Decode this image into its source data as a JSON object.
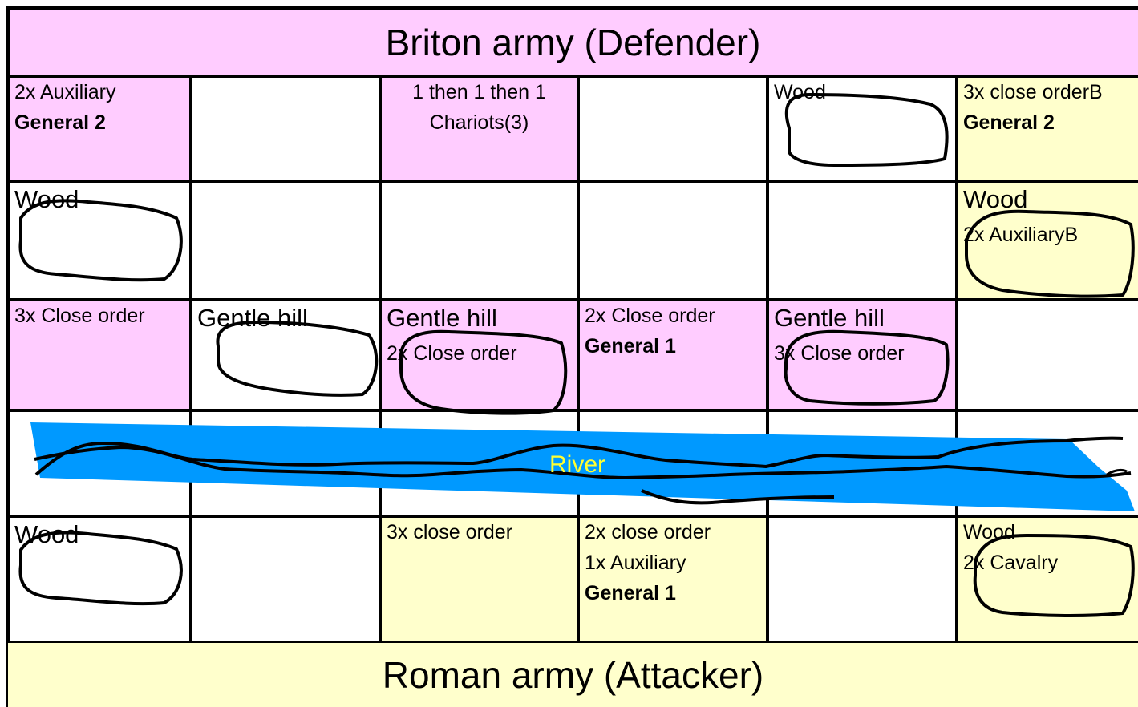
{
  "briton": {
    "title": "Briton army  (Defender)"
  },
  "roman": {
    "title": "Roman  army (Attacker)"
  },
  "river": {
    "label": "River"
  },
  "colors": {
    "briton_fill": "#ffccff",
    "roman_fill": "#ffffcc",
    "river_fill": "#0099ff",
    "river_label": "#ffff33",
    "grid_line": "#000000"
  },
  "terrain_icon": "wood-outline-icon",
  "rows": [
    [
      {
        "fill": "briton",
        "lines": [
          {
            "text": "2x Auxiliary"
          },
          {
            "text": "General 2",
            "bold": true
          }
        ]
      },
      {
        "fill": "none",
        "lines": []
      },
      {
        "fill": "briton",
        "center": true,
        "lines": [
          {
            "text": "1 then 1 then 1"
          },
          {
            "text": "Chariots(3)"
          }
        ]
      },
      {
        "fill": "none",
        "lines": []
      },
      {
        "fill": "none",
        "lines": [
          {
            "text": "Wood"
          }
        ],
        "terrain": true
      },
      {
        "fill": "roman",
        "lines": [
          {
            "text": "3x close orderB"
          },
          {
            "text": "General 2",
            "bold": true
          }
        ]
      }
    ],
    [
      {
        "fill": "none",
        "big": true,
        "lines": [
          {
            "text": "Wood"
          }
        ],
        "terrain": true
      },
      {
        "fill": "none",
        "lines": []
      },
      {
        "fill": "none",
        "lines": []
      },
      {
        "fill": "none",
        "lines": []
      },
      {
        "fill": "none",
        "lines": []
      },
      {
        "fill": "roman",
        "big": true,
        "lines": [
          {
            "text": "Wood"
          },
          {
            "text": "2x AuxiliaryB",
            "small": true
          }
        ],
        "terrain": true
      }
    ],
    [
      {
        "fill": "briton",
        "lines": [
          {
            "text": "3x Close order"
          }
        ]
      },
      {
        "fill": "none",
        "big": true,
        "lines": [
          {
            "text": "Gentle hill"
          }
        ],
        "terrain": true
      },
      {
        "fill": "briton",
        "big": true,
        "lines": [
          {
            "text": "Gentle hill"
          },
          {
            "text": "2x Close order",
            "small": true
          }
        ],
        "terrain": true
      },
      {
        "fill": "briton",
        "lines": [
          {
            "text": "2x Close order"
          },
          {
            "text": "General 1",
            "bold": true
          }
        ]
      },
      {
        "fill": "briton",
        "big": true,
        "lines": [
          {
            "text": "Gentle hill"
          },
          {
            "text": "3x Close order",
            "small": true
          }
        ],
        "terrain": true
      },
      {
        "fill": "none",
        "lines": []
      }
    ],
    [
      {
        "fill": "none",
        "lines": []
      },
      {
        "fill": "none",
        "lines": []
      },
      {
        "fill": "none",
        "lines": []
      },
      {
        "fill": "none",
        "lines": []
      },
      {
        "fill": "none",
        "lines": []
      },
      {
        "fill": "none",
        "lines": []
      }
    ],
    [
      {
        "fill": "none",
        "big": true,
        "lines": [
          {
            "text": "Wood"
          }
        ],
        "terrain": true
      },
      {
        "fill": "none",
        "lines": []
      },
      {
        "fill": "roman",
        "lines": [
          {
            "text": "3x close order"
          }
        ]
      },
      {
        "fill": "roman",
        "lines": [
          {
            "text": "2x close order"
          },
          {
            "text": "1x Auxiliary"
          },
          {
            "text": "General 1",
            "bold": true
          }
        ]
      },
      {
        "fill": "none",
        "lines": []
      },
      {
        "fill": "roman",
        "lines": [
          {
            "text": "Wood"
          },
          {
            "text": "2x Cavalry"
          }
        ],
        "terrain": true
      }
    ]
  ]
}
